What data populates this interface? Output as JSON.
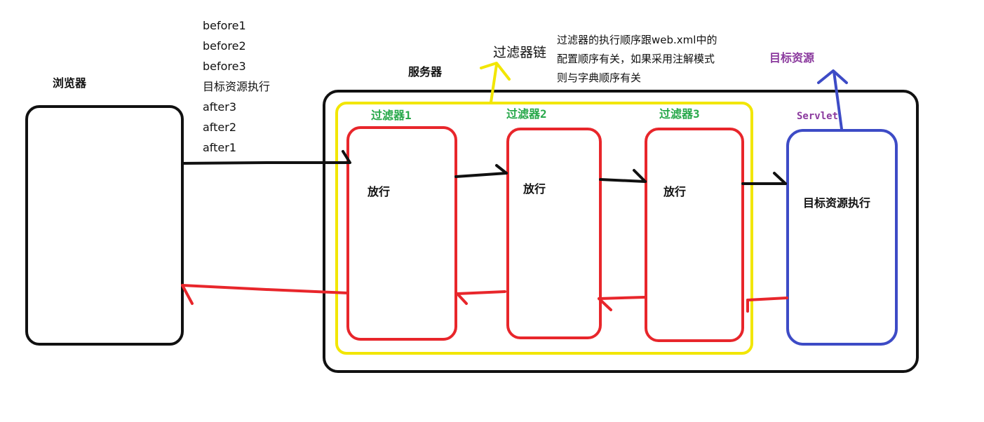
{
  "browser": {
    "label": "浏览器"
  },
  "server": {
    "label": "服务器"
  },
  "execution_order": [
    "before1",
    "before2",
    "before3",
    "目标资源执行",
    "after3",
    "after2",
    "after1"
  ],
  "filter_chain": {
    "label": "过滤器链",
    "note_lines": [
      "过滤器的执行顺序跟web.xml中的",
      "配置顺序有关，如果采用注解模式",
      "则与字典顺序有关"
    ]
  },
  "filters": [
    {
      "title": "过滤器1",
      "action": "放行"
    },
    {
      "title": "过滤器2",
      "action": "放行"
    },
    {
      "title": "过滤器3",
      "action": "放行"
    }
  ],
  "servlet": {
    "title": "Servlet",
    "action": "目标资源执行",
    "target_label": "目标资源"
  },
  "colors": {
    "black": "#111111",
    "red": "#e8262b",
    "yellow": "#f2e600",
    "blue": "#3d4bc6",
    "green": "#27a84a",
    "purple": "#8b3a9e"
  }
}
